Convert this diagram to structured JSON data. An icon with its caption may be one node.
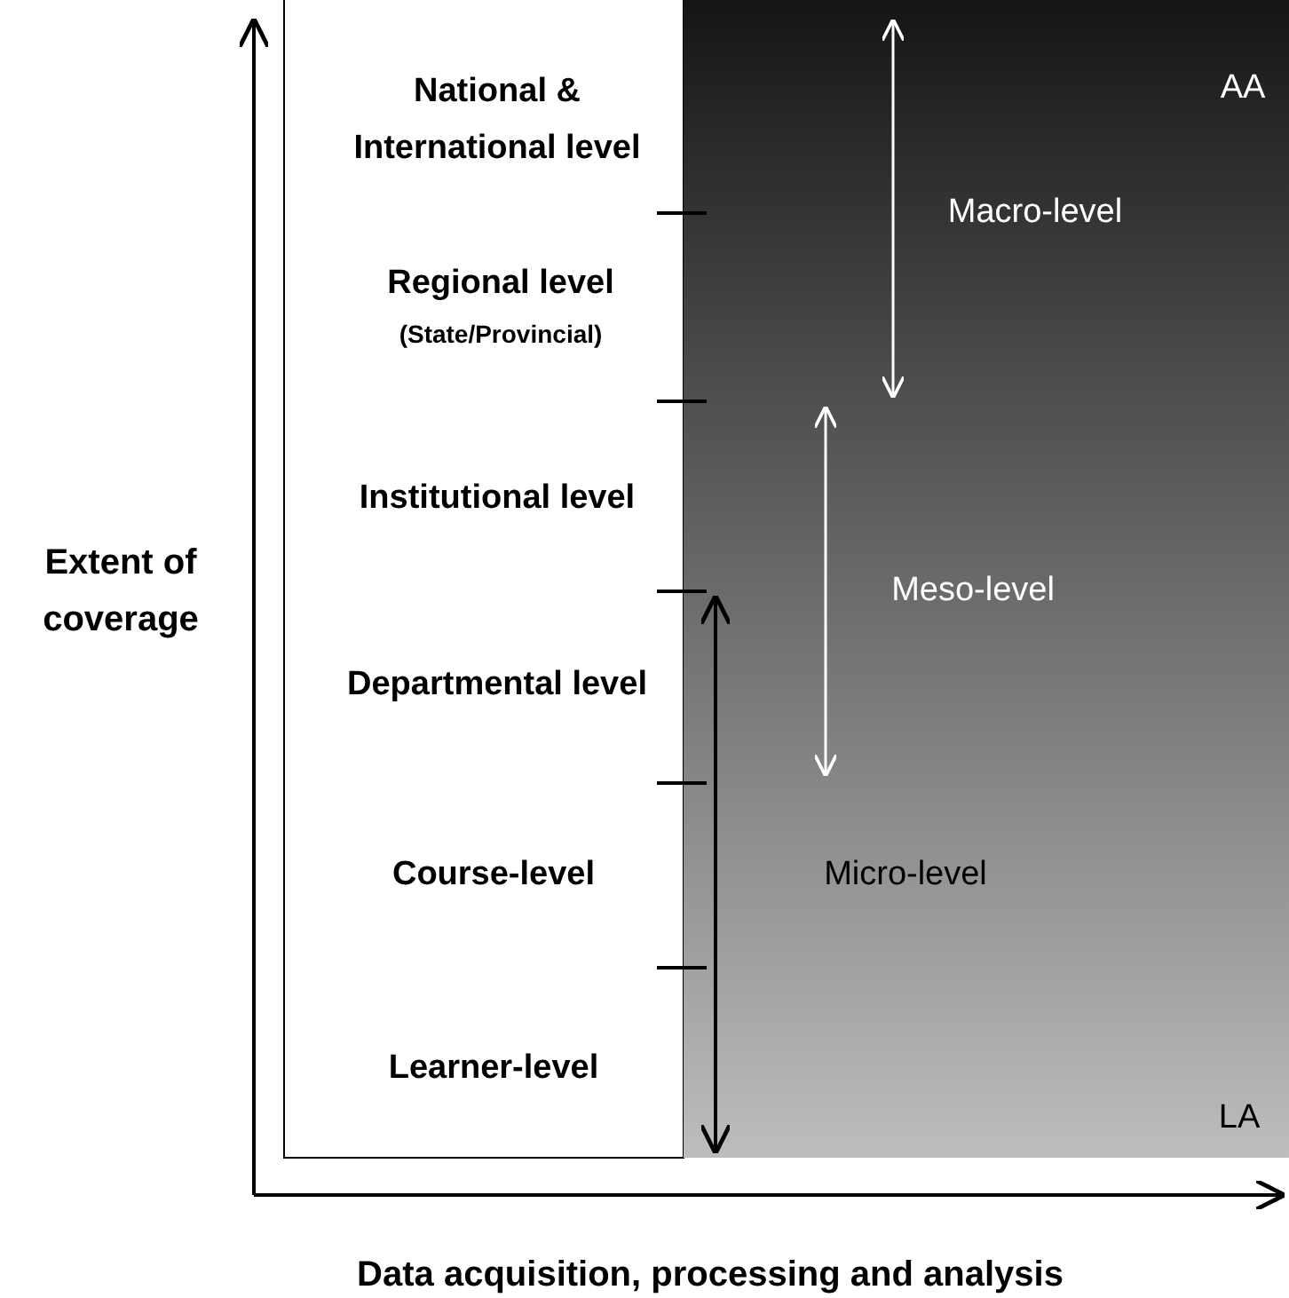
{
  "diagram": {
    "labels": [
      "National & International level",
      "Regional level",
      "(State/Provincial)",
      "Institutional level",
      "Departmental level",
      "Course-level",
      "Learner-level",
      "Extent of coverage",
      "AA",
      "Macro-level",
      "Meso-level",
      "Micro-level",
      "LA",
      "Data acquisition, processing and analysis"
    ]
  }
}
